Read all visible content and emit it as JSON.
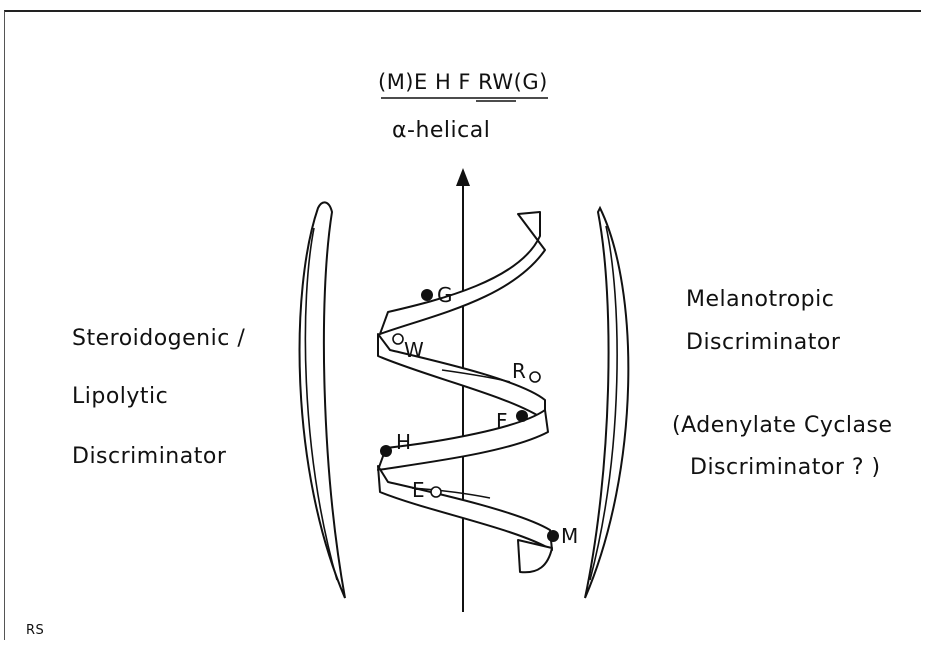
{
  "sequence": "(M)E H F RW(G)",
  "conformation": "α-helical",
  "left_label": [
    "Steroidogenic /",
    "Lipolytic",
    "Discriminator"
  ],
  "right_label": [
    "Melanotropic",
    "Discriminator"
  ],
  "right_sublabel": [
    "(Adenylate Cyclase",
    "Discriminator ? )"
  ],
  "residues": {
    "G": {
      "label": "G",
      "marker": "filled"
    },
    "W": {
      "label": "W",
      "marker": "open"
    },
    "R": {
      "label": "R",
      "marker": "open"
    },
    "F": {
      "label": "F",
      "marker": "filled"
    },
    "H": {
      "label": "H",
      "marker": "filled"
    },
    "E": {
      "label": "E",
      "marker": "open"
    },
    "M": {
      "label": "M",
      "marker": "filled"
    }
  },
  "initials": "RS"
}
